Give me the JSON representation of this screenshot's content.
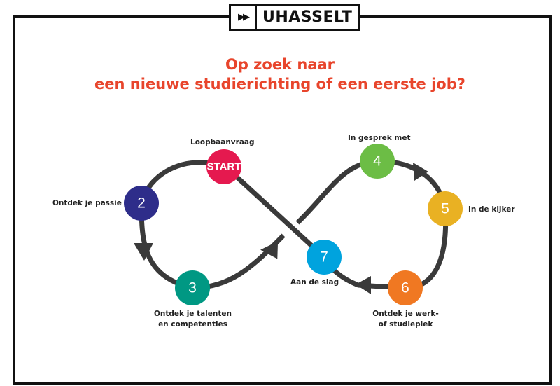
{
  "logo": {
    "icon": "fast-forward-icon",
    "name": "UHASSELT"
  },
  "title": {
    "line1": "Op zoek naar",
    "line2": "een nieuwe studierichting of een eerste job?"
  },
  "steps": [
    {
      "num": "START",
      "label": "Loopbaanvraag",
      "color": "#e5194f"
    },
    {
      "num": "2",
      "label": "Ontdek je passie",
      "color": "#2e2d8a"
    },
    {
      "num": "3",
      "label": "Ontdek je talenten en competenties",
      "color": "#009883"
    },
    {
      "num": "4",
      "label": "In gesprek met",
      "color": "#6cbd45"
    },
    {
      "num": "5",
      "label": "In de kijker",
      "color": "#e9b123"
    },
    {
      "num": "6",
      "label": "Ontdek je werk- of studieplek",
      "color": "#f07822"
    },
    {
      "num": "7",
      "label": "Aan de slag",
      "color": "#00a3de"
    }
  ],
  "colors": {
    "title": "#e8452c",
    "path": "#3a3a3a"
  }
}
